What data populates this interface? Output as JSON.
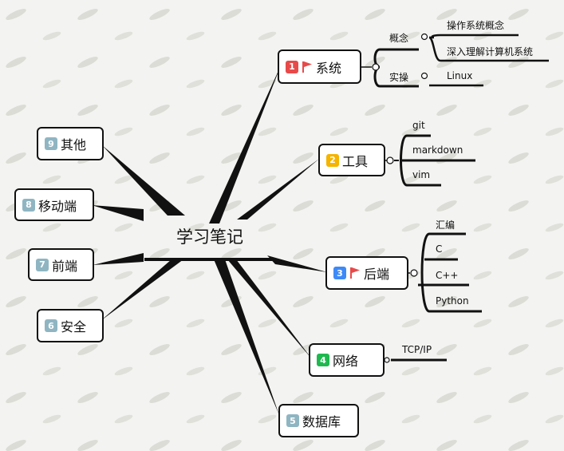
{
  "root": {
    "title": "学习笔记"
  },
  "branches": [
    {
      "num": "1",
      "label": "系统",
      "color": "#e84a4a",
      "flag": true,
      "groups": [
        {
          "label": "概念",
          "leaves": [
            "操作系统概念",
            "深入理解计算机系统"
          ]
        },
        {
          "label": "实操",
          "leaves": [
            "Linux"
          ]
        }
      ]
    },
    {
      "num": "2",
      "label": "工具",
      "color": "#f5b400",
      "flag": false,
      "leaves": [
        "git",
        "markdown",
        "vim"
      ]
    },
    {
      "num": "3",
      "label": "后端",
      "color": "#3d8af7",
      "flag": true,
      "leaves": [
        "汇编",
        "C",
        "C++",
        "Python"
      ]
    },
    {
      "num": "4",
      "label": "网络",
      "color": "#1fb84f",
      "flag": false,
      "leaves": [
        "TCP/IP"
      ]
    },
    {
      "num": "5",
      "label": "数据库",
      "color": "#8fb5c2",
      "flag": false
    },
    {
      "num": "6",
      "label": "安全",
      "color": "#8fb5c2",
      "flag": false
    },
    {
      "num": "7",
      "label": "前端",
      "color": "#8fb5c2",
      "flag": false
    },
    {
      "num": "8",
      "label": "移动端",
      "color": "#8fb5c2",
      "flag": false
    },
    {
      "num": "9",
      "label": "其他",
      "color": "#8fb5c2",
      "flag": false
    }
  ],
  "flag_color": "#e84a4a"
}
